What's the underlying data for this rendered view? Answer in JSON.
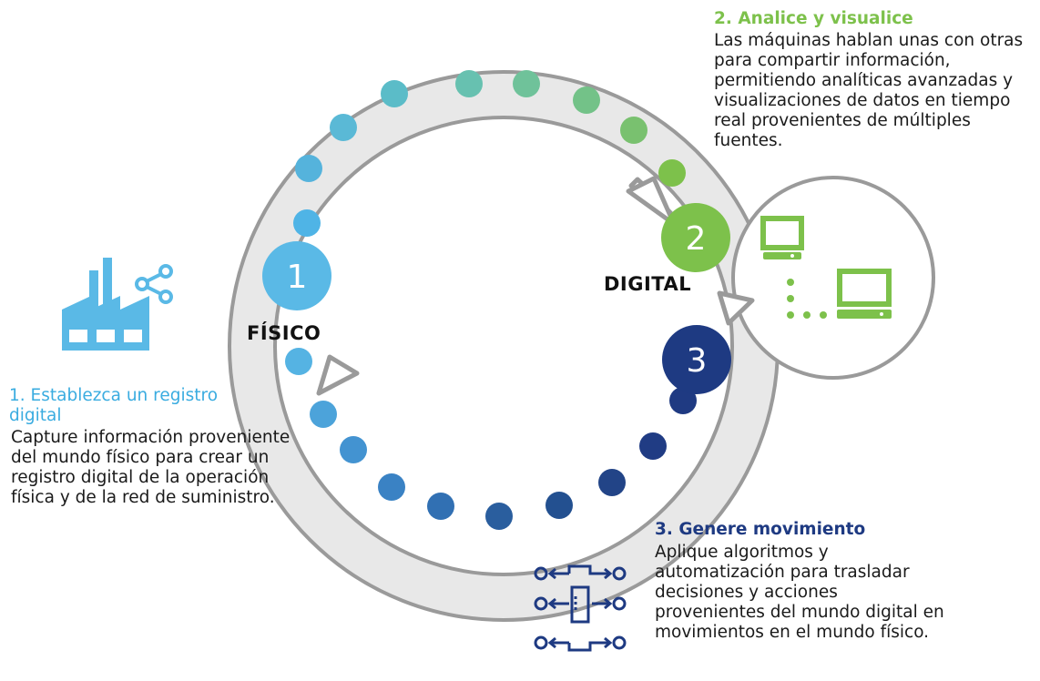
{
  "stages": [
    {
      "number": "1",
      "label": "FÍSICO",
      "title": "1. Establezca un registro digital",
      "description": "Capture información proveniente del mundo físico para crear un registro digital de la operación física y de la red de suministro.",
      "color": "#5ab9e6"
    },
    {
      "number": "2",
      "label": "DIGITAL",
      "title": "2. Analice y visualice",
      "description": "Las máquinas hablan unas con otras para compartir información, permitiendo analíticas avanzadas y visualizaciones de datos en tiempo real provenientes de múltiples fuentes.",
      "color": "#7dc14b"
    },
    {
      "number": "3",
      "label": "",
      "title": "3. Genere movimiento",
      "description": "Aplique algoritmos y automatización para trasladar decisiones y acciones provenientes del mundo digital en movimientos en el mundo físico.",
      "color": "#1e3a82"
    }
  ],
  "icons": {
    "factory": "factory-share-icon",
    "computers": "networked-computers-icon",
    "algorithm": "algorithm-flow-icon"
  },
  "colors": {
    "ring": "#e6e6e6",
    "ring_outline": "#9a9a9a",
    "stage1": "#5ab9e6",
    "stage2": "#7dc14b",
    "stage3": "#1e3a82",
    "title1": "#3aace0",
    "title2": "#7dc14b",
    "title3": "#1e3a82"
  }
}
